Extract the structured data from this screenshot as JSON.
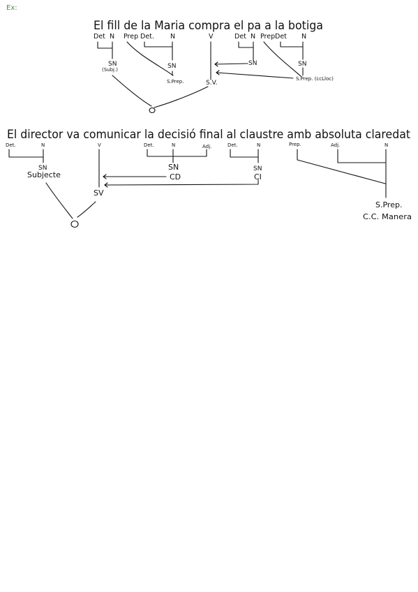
{
  "header": {
    "ex_label": "Ex:"
  },
  "diagram1": {
    "sentence": "El fill de la Maria compra el pa a la botiga",
    "tags": [
      "Det",
      "N",
      "Prep",
      "Det.",
      "N",
      "V",
      "Det",
      "N",
      "Prep",
      "Det",
      "N"
    ],
    "nodes": {
      "sn_subj": "SN",
      "subj_label": "(Subj.)",
      "sn_maria": "SN",
      "sprep": "S.Prep.",
      "sv": "S.V.",
      "sn_pa": "SN",
      "sn_botiga": "SN",
      "sprep_ccll": "S.Prep. (ccLloc)",
      "oracio": "O"
    }
  },
  "diagram2": {
    "sentence": "El director va comunicar la decisió final al claustre amb absoluta claredat",
    "tags": [
      "Det.",
      "N",
      "V",
      "Det.",
      "N",
      "Adj.",
      "Det.",
      "N",
      "Prep.",
      "Adj.",
      "N"
    ],
    "nodes": {
      "sn_subj": "SN",
      "subjecte": "Subjecte",
      "sn_cd": "SN",
      "cd": "CD",
      "sn_ci": "SN",
      "ci": "CI",
      "sv": "SV",
      "sprep": "S.Prep.",
      "ccmanera": "C.C. Manera",
      "oracio": "O"
    }
  }
}
